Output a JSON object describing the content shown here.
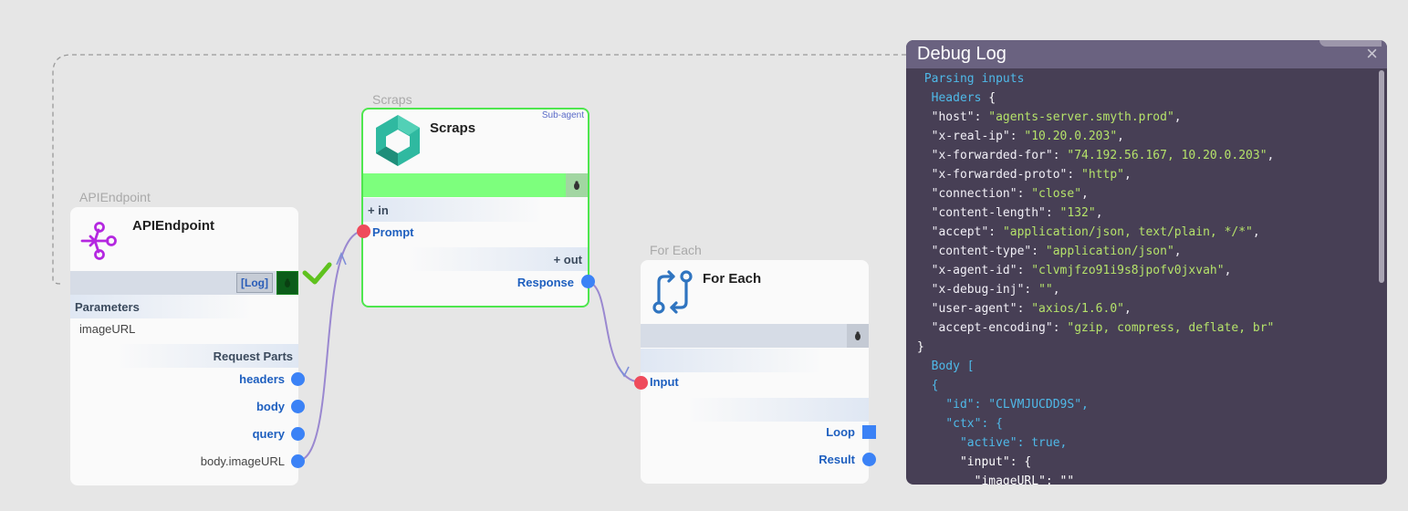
{
  "api_node": {
    "caption": "APIEndpoint",
    "title": "APIEndpoint",
    "log_button": "[Log]",
    "params_header": "Parameters",
    "param": "imageURL",
    "request_parts_header": "Request Parts",
    "outputs": [
      "headers",
      "body",
      "query",
      "body.imageURL"
    ]
  },
  "scraps_node": {
    "caption": "Scraps",
    "title": "Scraps",
    "badge": "Sub-agent",
    "in_header": "+ in",
    "input": "Prompt",
    "out_header": "+ out",
    "output": "Response"
  },
  "foreach_node": {
    "caption": "For Each",
    "title": "For Each",
    "input": "Input",
    "outputs": [
      "Loop",
      "Result"
    ]
  },
  "debug": {
    "title": "Debug Log",
    "close": "×",
    "lines": [
      {
        "indent": 1,
        "parts": [
          {
            "t": "Parsing inputs",
            "c": "c"
          }
        ]
      },
      {
        "indent": 2,
        "parts": [
          {
            "t": "Headers",
            "c": "c"
          },
          {
            "t": " {",
            "c": "w"
          }
        ]
      },
      {
        "indent": 2,
        "parts": [
          {
            "t": "\"host\"",
            "c": "k"
          },
          {
            "t": ": ",
            "c": "k"
          },
          {
            "t": "\"agents-server.smyth.prod\"",
            "c": "s"
          },
          {
            "t": ",",
            "c": "k"
          }
        ]
      },
      {
        "indent": 2,
        "parts": [
          {
            "t": "\"x-real-ip\"",
            "c": "k"
          },
          {
            "t": ": ",
            "c": "k"
          },
          {
            "t": "\"10.20.0.203\"",
            "c": "s"
          },
          {
            "t": ",",
            "c": "k"
          }
        ]
      },
      {
        "indent": 2,
        "parts": [
          {
            "t": "\"x-forwarded-for\"",
            "c": "k"
          },
          {
            "t": ": ",
            "c": "k"
          },
          {
            "t": "\"74.192.56.167, 10.20.0.203\"",
            "c": "s"
          },
          {
            "t": ",",
            "c": "k"
          }
        ]
      },
      {
        "indent": 2,
        "parts": [
          {
            "t": "\"x-forwarded-proto\"",
            "c": "k"
          },
          {
            "t": ": ",
            "c": "k"
          },
          {
            "t": "\"http\"",
            "c": "s"
          },
          {
            "t": ",",
            "c": "k"
          }
        ]
      },
      {
        "indent": 2,
        "parts": [
          {
            "t": "\"connection\"",
            "c": "k"
          },
          {
            "t": ": ",
            "c": "k"
          },
          {
            "t": "\"close\"",
            "c": "s"
          },
          {
            "t": ",",
            "c": "k"
          }
        ]
      },
      {
        "indent": 2,
        "parts": [
          {
            "t": "\"content-length\"",
            "c": "k"
          },
          {
            "t": ": ",
            "c": "k"
          },
          {
            "t": "\"132\"",
            "c": "s"
          },
          {
            "t": ",",
            "c": "k"
          }
        ]
      },
      {
        "indent": 2,
        "parts": [
          {
            "t": "\"accept\"",
            "c": "k"
          },
          {
            "t": ": ",
            "c": "k"
          },
          {
            "t": "\"application/json, text/plain, */*\"",
            "c": "s"
          },
          {
            "t": ",",
            "c": "k"
          }
        ]
      },
      {
        "indent": 2,
        "parts": [
          {
            "t": "\"content-type\"",
            "c": "k"
          },
          {
            "t": ": ",
            "c": "k"
          },
          {
            "t": "\"application/json\"",
            "c": "s"
          },
          {
            "t": ",",
            "c": "k"
          }
        ]
      },
      {
        "indent": 2,
        "parts": [
          {
            "t": "\"x-agent-id\"",
            "c": "k"
          },
          {
            "t": ": ",
            "c": "k"
          },
          {
            "t": "\"clvmjfzo91i9s8jpofv0jxvah\"",
            "c": "s"
          },
          {
            "t": ",",
            "c": "k"
          }
        ]
      },
      {
        "indent": 2,
        "parts": [
          {
            "t": "\"x-debug-inj\"",
            "c": "k"
          },
          {
            "t": ": ",
            "c": "k"
          },
          {
            "t": "\"\"",
            "c": "s"
          },
          {
            "t": ",",
            "c": "k"
          }
        ]
      },
      {
        "indent": 2,
        "parts": [
          {
            "t": "\"user-agent\"",
            "c": "k"
          },
          {
            "t": ": ",
            "c": "k"
          },
          {
            "t": "\"axios/1.6.0\"",
            "c": "s"
          },
          {
            "t": ",",
            "c": "k"
          }
        ]
      },
      {
        "indent": 2,
        "parts": [
          {
            "t": "\"accept-encoding\"",
            "c": "k"
          },
          {
            "t": ": ",
            "c": "k"
          },
          {
            "t": "\"gzip, compress, deflate, br\"",
            "c": "s"
          }
        ]
      },
      {
        "indent": 0,
        "parts": [
          {
            "t": "}",
            "c": "w"
          }
        ]
      },
      {
        "indent": 2,
        "parts": [
          {
            "t": "Body [",
            "c": "c"
          }
        ]
      },
      {
        "indent": 2,
        "parts": [
          {
            "t": "{",
            "c": "c"
          }
        ]
      },
      {
        "indent": 4,
        "parts": [
          {
            "t": "\"id\": \"CLVMJUCDD9S\",",
            "c": "c"
          }
        ]
      },
      {
        "indent": 4,
        "parts": [
          {
            "t": "\"ctx\": {",
            "c": "c"
          }
        ]
      },
      {
        "indent": 6,
        "parts": [
          {
            "t": "\"active\": true,",
            "c": "c"
          }
        ]
      },
      {
        "indent": 6,
        "parts": [
          {
            "t": "\"input\": {",
            "c": "w"
          }
        ]
      },
      {
        "indent": 8,
        "parts": [
          {
            "t": "\"imageURL\": \"\"",
            "c": "w"
          }
        ]
      }
    ]
  },
  "colors": {
    "canvas": "#e6e6e6",
    "port_output": "#3b82f6",
    "port_input": "#ef4b5b",
    "success_check": "#5fc21e",
    "scraps_border": "#4ee64e",
    "debug_bg": "#473f55"
  }
}
